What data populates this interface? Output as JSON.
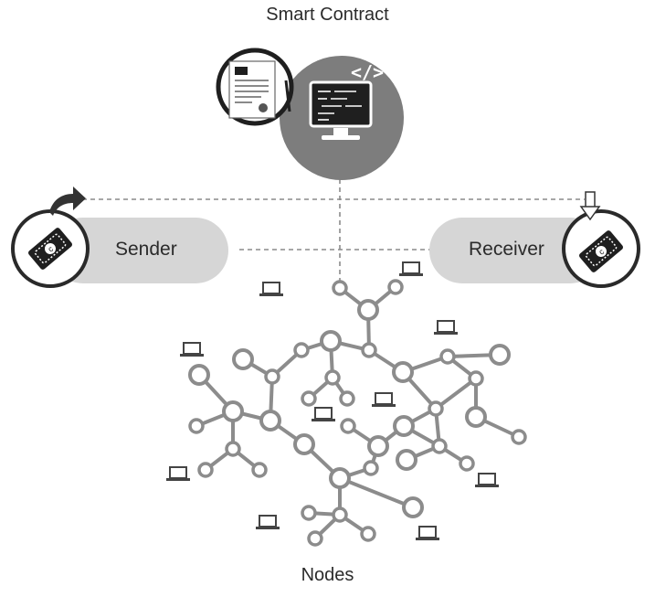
{
  "diagram": {
    "title": "Smart Contract",
    "sender_label": "Sender",
    "receiver_label": "Receiver",
    "nodes_label": "Nodes",
    "token_symbol": "c",
    "code_glyph": "</>",
    "colors": {
      "dark_circle": "#7d7d7d",
      "pill_fill": "#d6d6d6",
      "outline": "#222222",
      "node_stroke": "#8c8c8c",
      "node_fill": "#ffffff",
      "dashed_line": "#8a8a8a",
      "laptop": "#444444"
    },
    "icons": [
      "contract-document-icon",
      "code-monitor-icon",
      "ticket-icon",
      "send-arrow-icon",
      "receive-arrow-icon",
      "laptop-icon"
    ]
  }
}
